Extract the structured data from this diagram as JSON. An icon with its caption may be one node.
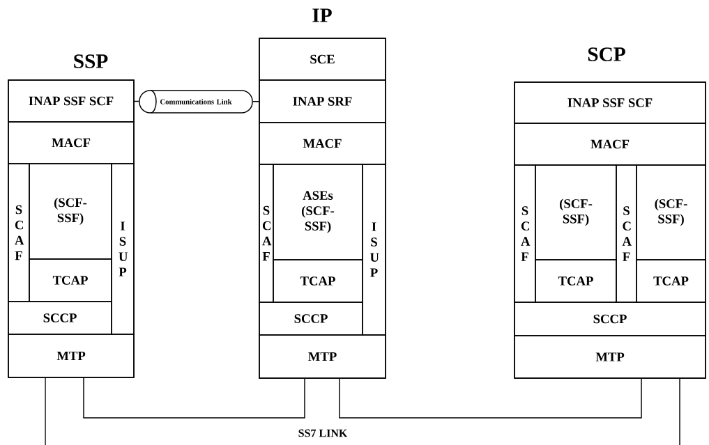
{
  "diagram": {
    "nodes": [
      {
        "text": [
          "SSP"
        ]
      },
      {
        "text": [
          "INAP SSF SCF"
        ],
        "in": 0
      },
      {
        "text": [
          "MACF"
        ],
        "in": 0
      },
      {
        "text": [
          "S C A F"
        ],
        "in": 0
      },
      {
        "text": [
          "(SCF- SSF)"
        ],
        "in": 0
      },
      {
        "text": [
          "TCAP"
        ],
        "in": 0
      },
      {
        "text": [
          "SCCP"
        ],
        "in": 0
      },
      {
        "text": [
          "I S U P"
        ],
        "in": 0
      },
      {
        "text": [
          "MTP"
        ],
        "in": 0
      },
      {
        "text": [
          "Communications Link"
        ]
      },
      {
        "text": [
          "IP"
        ]
      },
      {
        "text": [
          "SCE"
        ],
        "in": 10
      },
      {
        "text": [
          "INAP SRF"
        ],
        "in": 10
      },
      {
        "text": [
          "MACF"
        ],
        "in": 10
      },
      {
        "text": [
          "S C A F"
        ],
        "in": 10
      },
      {
        "text": [
          "ASEs (SCF- SSF)"
        ],
        "in": 10
      },
      {
        "text": [
          "TCAP"
        ],
        "in": 10
      },
      {
        "text": [
          "SCCP"
        ],
        "in": 10
      },
      {
        "text": [
          "I S U P"
        ],
        "in": 10
      },
      {
        "text": [
          "MTP"
        ],
        "in": 10
      },
      {
        "text": [
          "SCP"
        ]
      },
      {
        "text": [
          "INAP SSF SCF"
        ],
        "in": 20
      },
      {
        "text": [
          "MACF"
        ],
        "in": 20
      },
      {
        "text": [
          "S C A F"
        ],
        "in": 20
      },
      {
        "text": [
          "(SCF- SSF)"
        ],
        "in": 20
      },
      {
        "text": [
          "S C A F"
        ],
        "in": 20
      },
      {
        "text": [
          "(SCF- SSF)"
        ],
        "in": 20
      },
      {
        "text": [
          "TCAP"
        ],
        "in": 20
      },
      {
        "text": [
          "TCAP"
        ],
        "in": 20
      },
      {
        "text": [
          "SCCP"
        ],
        "in": 20
      },
      {
        "text": [
          "MTP"
        ],
        "in": 20
      }
    ],
    "edges": [
      {
        "from": 1,
        "to": 9,
        "arrow": "none"
      },
      {
        "from": 9,
        "to": 12,
        "arrow": "none"
      },
      {
        "from": 8,
        "to": 19,
        "arrow": "none"
      },
      {
        "from": 19,
        "to": 30,
        "arrow": "none"
      },
      {
        "from": 8,
        "to": null,
        "arrow": "none"
      },
      {
        "from": 30,
        "to": null,
        "arrow": "none"
      }
    ],
    "labels": [
      "SS7 LINK"
    ]
  }
}
